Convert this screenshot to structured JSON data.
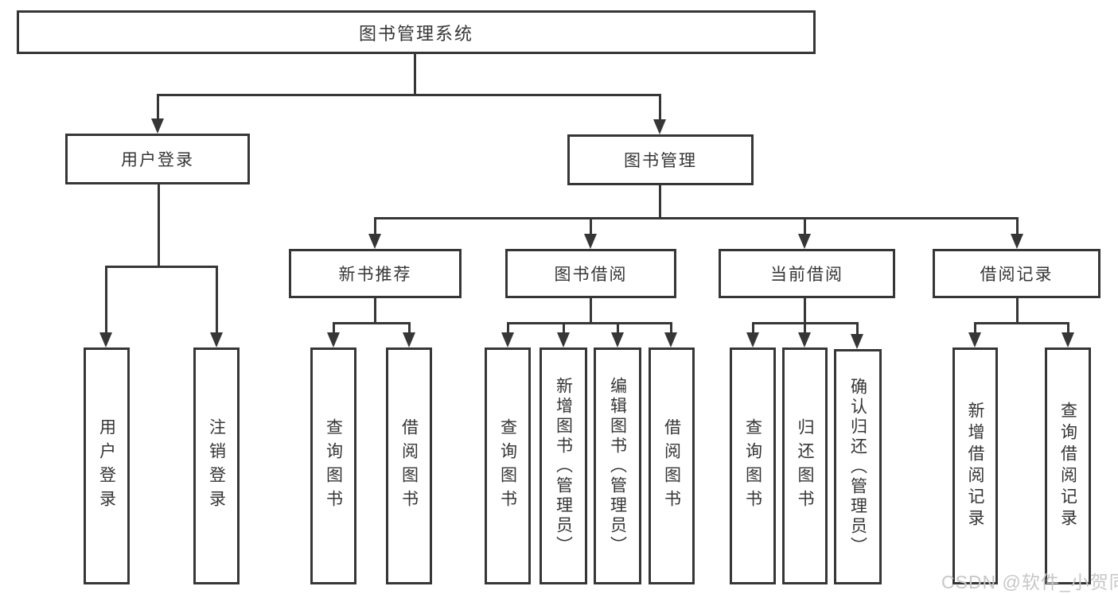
{
  "title": "图书管理系统",
  "watermark": "CSDN @软件_小贺同学",
  "colors": {
    "line": "#363636",
    "border": "#363636",
    "text": "#353535",
    "watermark": "#c7c7c7",
    "background": "#ffffff"
  },
  "tree": {
    "root": {
      "label": "图书管理系统",
      "children": [
        {
          "label": "用户登录",
          "children": [
            {
              "label": "用户登录"
            },
            {
              "label": "注销登录"
            }
          ]
        },
        {
          "label": "图书管理",
          "children": [
            {
              "label": "新书推荐",
              "children": [
                {
                  "label": "查询图书"
                },
                {
                  "label": "借阅图书"
                }
              ]
            },
            {
              "label": "图书借阅",
              "children": [
                {
                  "label": "查询图书"
                },
                {
                  "label": "新增图书（管理员）"
                },
                {
                  "label": "编辑图书（管理员）"
                },
                {
                  "label": "借阅图书"
                }
              ]
            },
            {
              "label": "当前借阅",
              "children": [
                {
                  "label": "查询图书"
                },
                {
                  "label": "归还图书"
                },
                {
                  "label": "确认归还（管理员）"
                }
              ]
            },
            {
              "label": "借阅记录",
              "children": [
                {
                  "label": "新增借阅记录"
                },
                {
                  "label": "查询借阅记录"
                }
              ]
            }
          ]
        }
      ]
    }
  }
}
